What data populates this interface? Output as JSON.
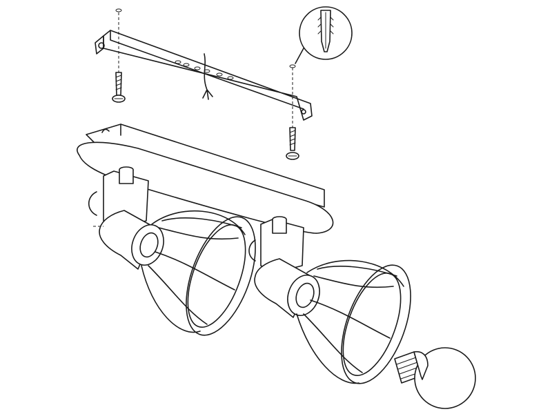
{
  "diagram": {
    "type": "assembly-instructions",
    "parts": [
      "mounting-bracket",
      "screw-left",
      "screw-right",
      "wall-plug-detail",
      "canopy-plate",
      "spotlight-left",
      "spotlight-right",
      "light-bulb"
    ]
  },
  "colors": {
    "line": "#1a1a1a",
    "background": "#ffffff"
  }
}
